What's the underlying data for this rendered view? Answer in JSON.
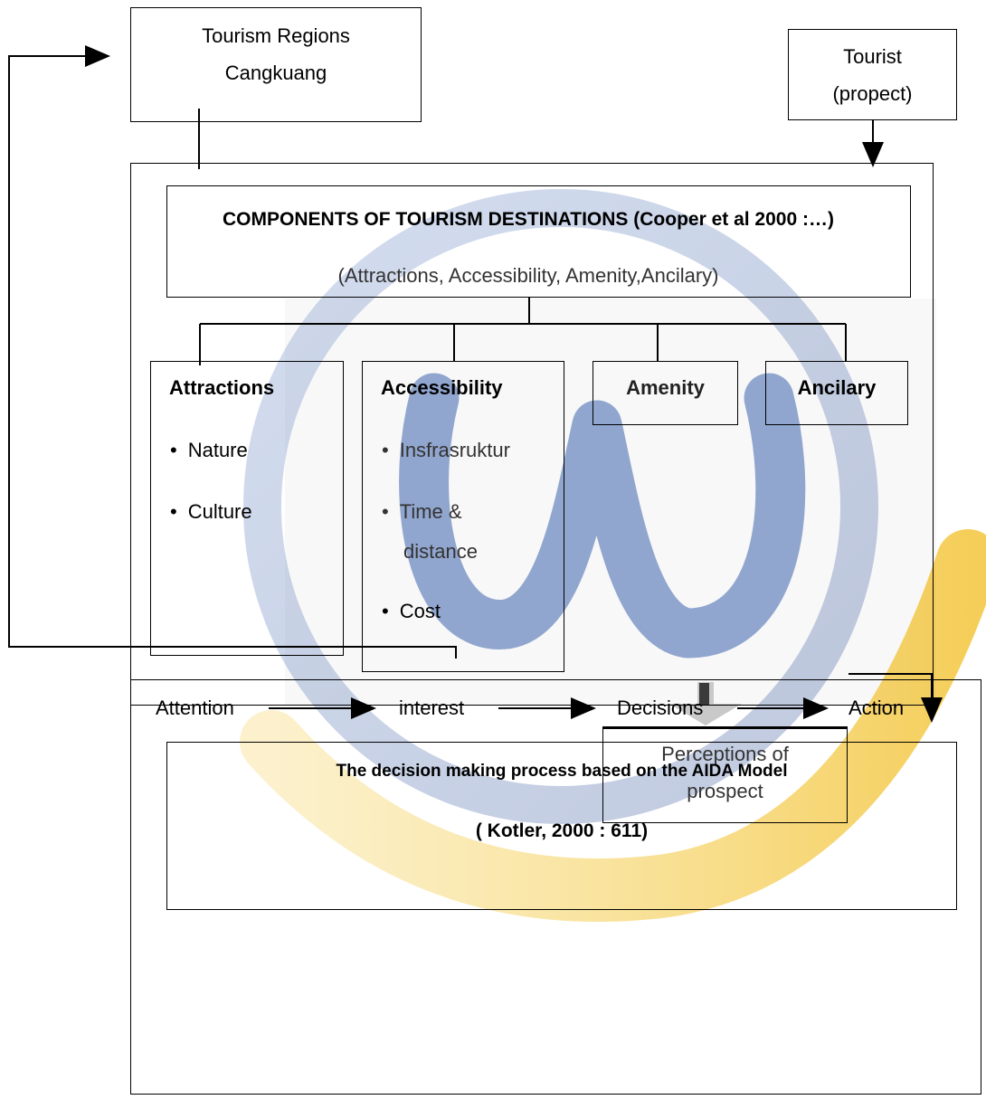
{
  "tourism_region": {
    "line1": "Tourism Regions",
    "line2": "Cangkuang"
  },
  "tourist": {
    "line1": "Tourist",
    "line2": "(propect)"
  },
  "components": {
    "title": "COMPONENTS OF TOURISM DESTINATIONS (Cooper et al 2000 :…)",
    "subtitle": "(Attractions, Accessibility, Amenity,Ancilary)"
  },
  "attractions": {
    "title": "Attractions",
    "items": [
      "Nature",
      "Culture"
    ]
  },
  "accessibility": {
    "title": "Accessibility",
    "items": [
      "Insfrasruktur",
      "Time &",
      "distance",
      "Cost"
    ]
  },
  "amenity": {
    "title": "Amenity"
  },
  "ancilary": {
    "title": "Ancilary"
  },
  "perceptions": {
    "line1": "Perceptions of",
    "line2": "prospect"
  },
  "aida": {
    "steps": [
      "Attention",
      "interest",
      "Decisions",
      "Action"
    ],
    "caption": "The decision making process based on the AIDA Model",
    "citation": "( Kotler, 2000 : 611)"
  },
  "watermark": {
    "text": "W",
    "colors": [
      "#4a6fb5",
      "#f2c230"
    ]
  }
}
